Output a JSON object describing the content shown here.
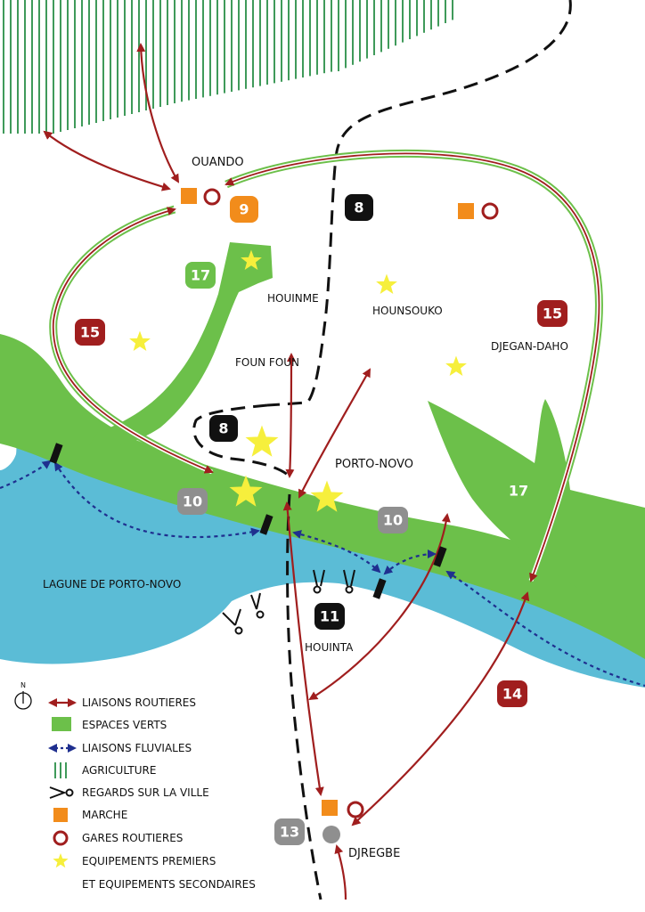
{
  "colors": {
    "water": "#5bbcd6",
    "green": "#6cc04a",
    "road_arrow": "#a01e1e",
    "river_link": "#1f2f8f",
    "agriculture": "#3f9a5a",
    "market": "#f28c1b",
    "station": "#a01e1e",
    "star": "#f6ef3c",
    "badge_red": "#a01e1e",
    "badge_black": "#111111",
    "badge_grey": "#8f8f8f",
    "badge_green": "#6cc04a",
    "badge_orange": "#f28c1b",
    "boundary": "#111111"
  },
  "places": {
    "ouando": "OUANDO",
    "houinme": "HOUINME",
    "hounsouko": "HOUNSOUKO",
    "djegan_daho": "DJEGAN-DAHO",
    "foun_foun": "FOUN FOUN",
    "porto_novo": "PORTO-NOVO",
    "lagune": "LAGUNE DE PORTO-NOVO",
    "houinta": "HOUINTA",
    "djregbe": "DJREGBE"
  },
  "badges": {
    "b9": "9",
    "b8_top": "8",
    "b8_mid": "8",
    "b17_left": "17",
    "b17_right": "17",
    "b15_left": "15",
    "b15_right": "15",
    "b10_left": "10",
    "b10_right": "10",
    "b11": "11",
    "b14": "14",
    "b13": "13"
  },
  "north_label": "N",
  "legend": {
    "road_links": "LIAISONS ROUTIERES",
    "green_spaces": "ESPACES VERTS",
    "river_links": "LIAISONS FLUVIALES",
    "agriculture": "AGRICULTURE",
    "city_views": "REGARDS SUR LA VILLE",
    "market": "MARCHE",
    "bus_stations": "GARES ROUTIERES",
    "primary_facilities": "EQUIPEMENTS PREMIERS",
    "secondary_facilities": "ET EQUIPEMENTS SECONDAIRES"
  }
}
